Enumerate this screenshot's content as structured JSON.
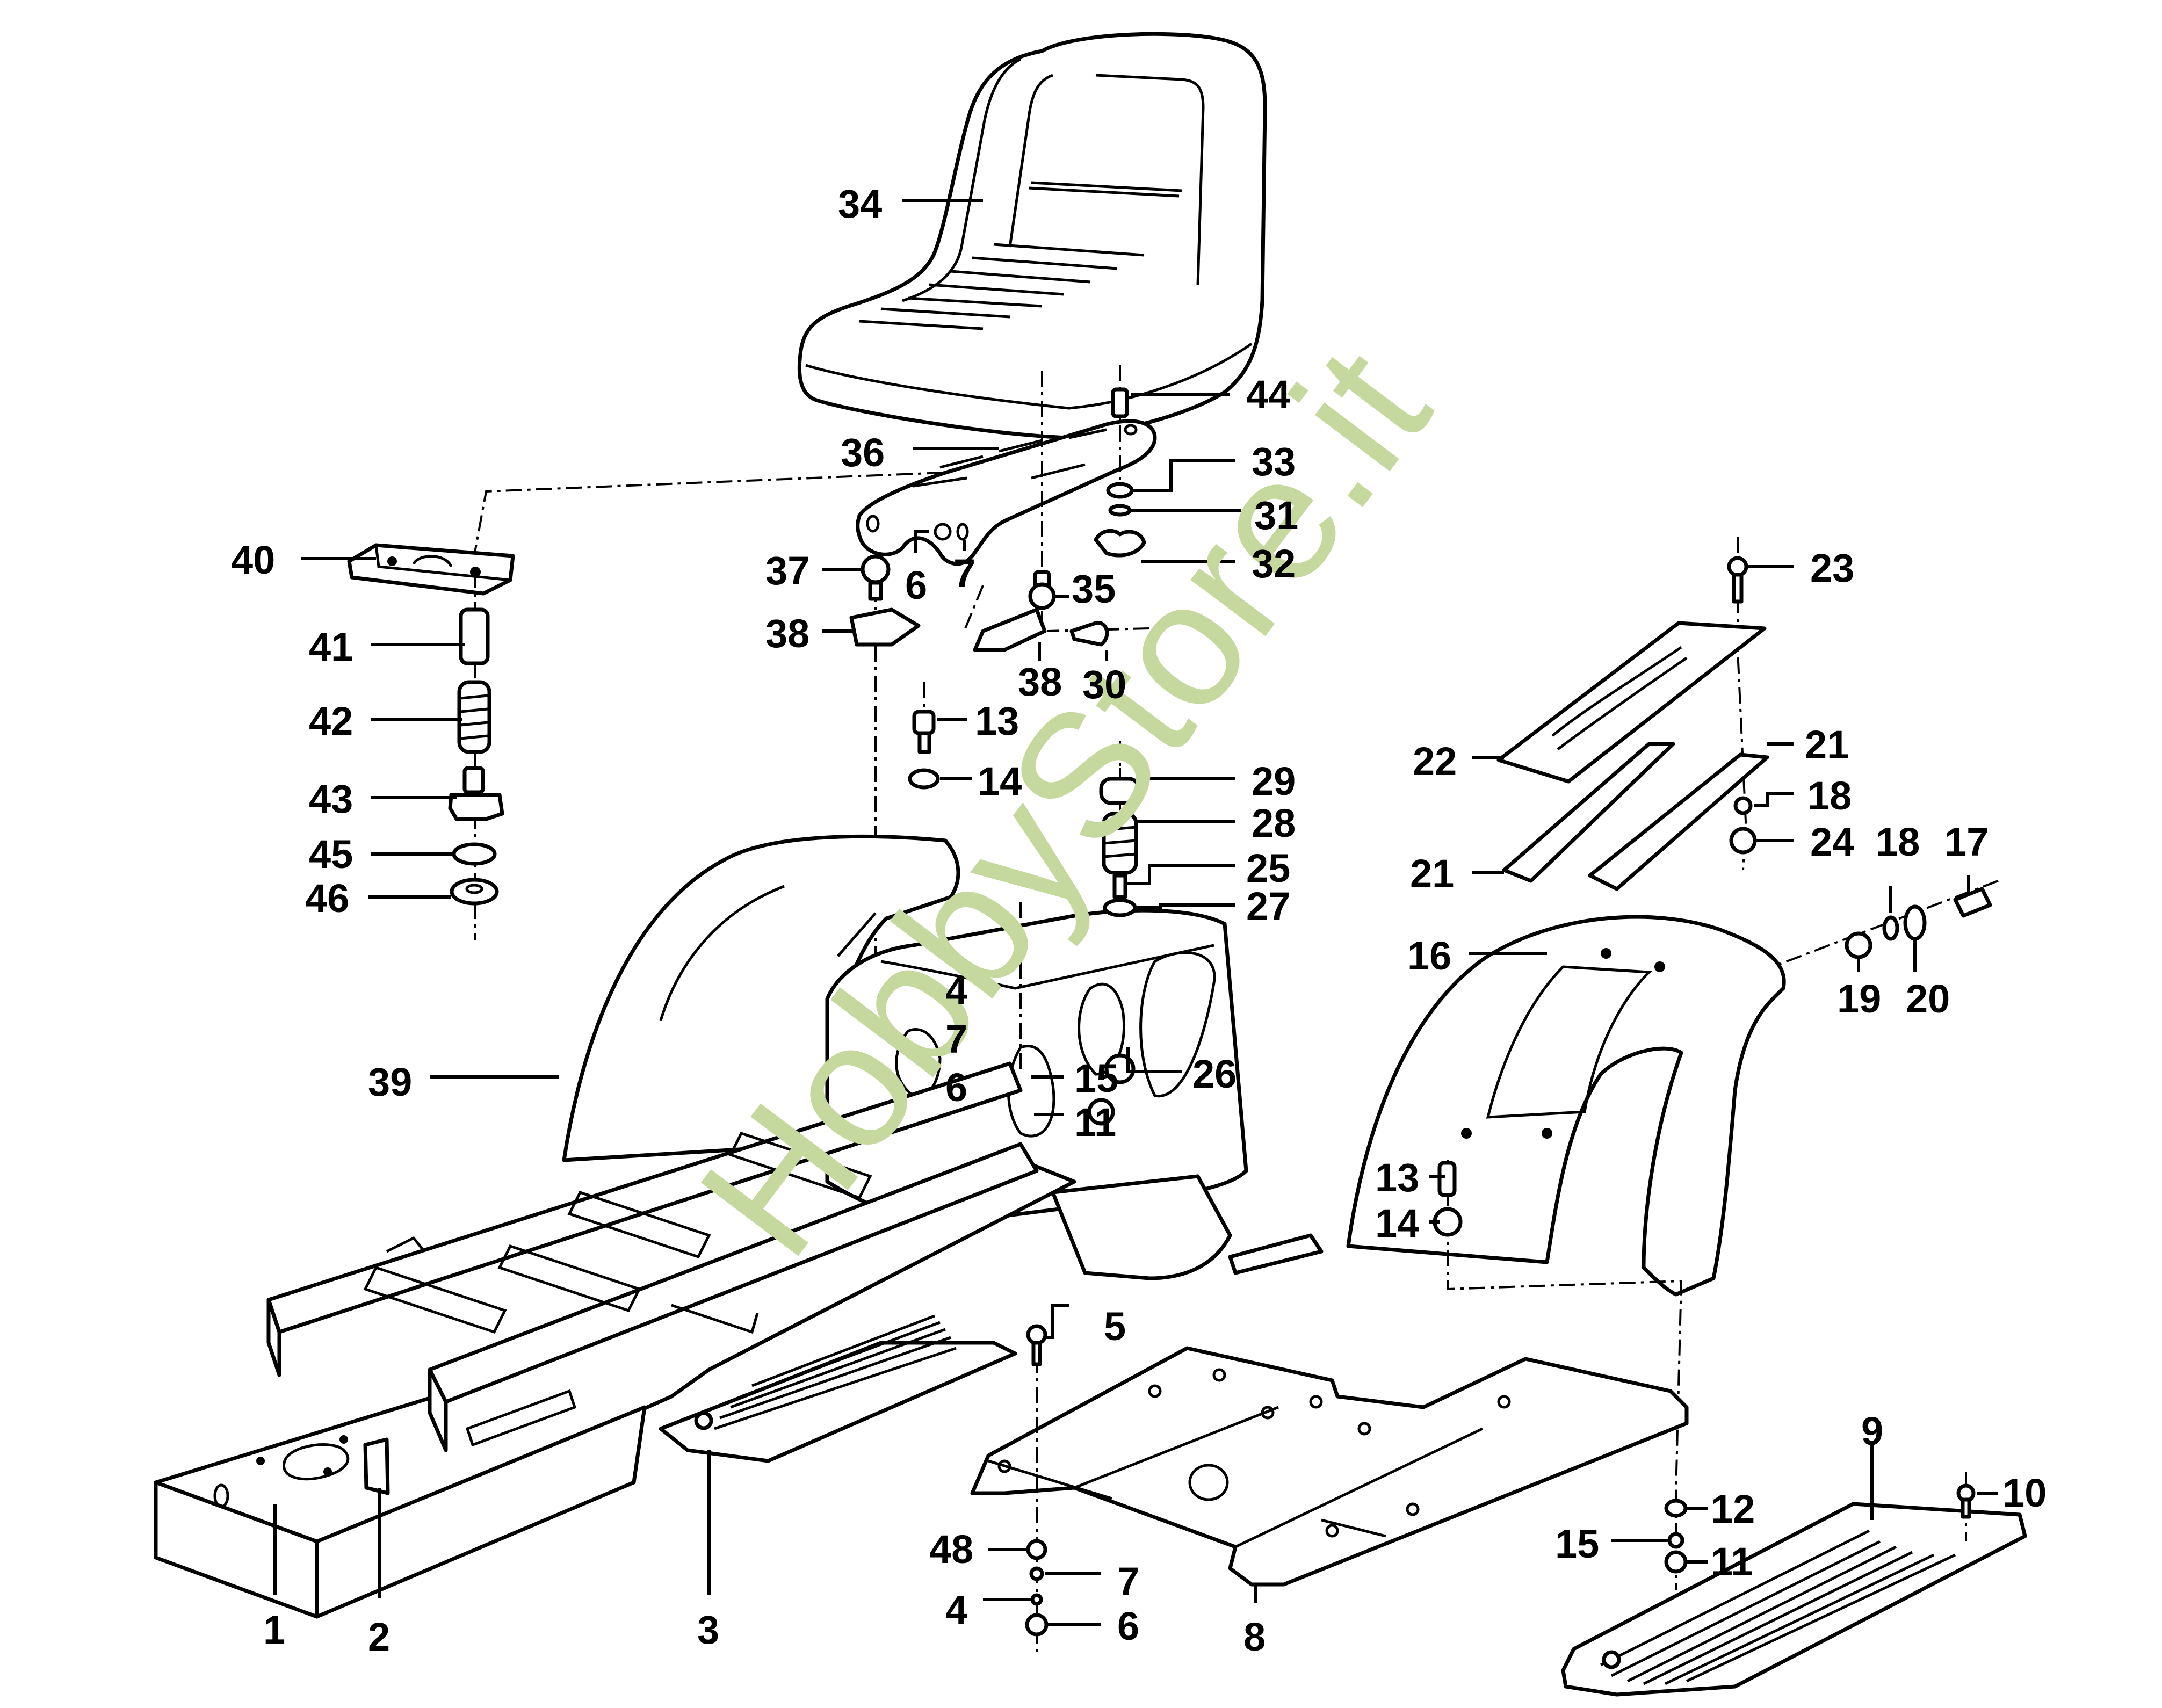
{
  "diagram": {
    "title": "Exploded parts diagram – seat, seat bracket, rear fender, chassis frame and footboards",
    "watermark": "HobbyStore.it",
    "watermark_color": "#c5d89e",
    "line_color": "#000000",
    "background": "#ffffff",
    "callouts": {
      "c34": "34",
      "c44": "44",
      "c36": "36",
      "c33": "33",
      "c31": "31",
      "c40": "40",
      "c32": "32",
      "c23": "23",
      "c37": "37",
      "c6a": "6",
      "c7a": "7",
      "c35": "35",
      "c38a": "38",
      "c38b": "38",
      "c30": "30",
      "c41": "41",
      "c13a": "13",
      "c42": "42",
      "c22": "22",
      "c21a": "21",
      "c14a": "14",
      "c29": "29",
      "c18a": "18",
      "c43": "43",
      "c28": "28",
      "c24": "24",
      "c18b": "18",
      "c17": "17",
      "c45": "45",
      "c25": "25",
      "c21b": "21",
      "c46": "46",
      "c27": "27",
      "c16": "16",
      "c19": "19",
      "c20": "20",
      "c4a": "4",
      "c7c": "7",
      "c6c": "6",
      "c39": "39",
      "c15a": "15",
      "c26": "26",
      "c11a": "11",
      "c13b": "13",
      "c14b": "14",
      "c5": "5",
      "c12": "12",
      "c10": "10",
      "c9": "9",
      "c15b": "15",
      "c48": "48",
      "c11b": "11",
      "c7b": "7",
      "c4b": "4",
      "c6b": "6",
      "c1": "1",
      "c2": "2",
      "c3": "3",
      "c8": "8"
    },
    "parts": [
      {
        "ref": "1",
        "name": "chassis frame front block"
      },
      {
        "ref": "2",
        "name": "plate"
      },
      {
        "ref": "3",
        "name": "left footboard"
      },
      {
        "ref": "8",
        "name": "footrest plate"
      },
      {
        "ref": "9",
        "name": "right footboard"
      },
      {
        "ref": "16",
        "name": "rear fender"
      },
      {
        "ref": "21",
        "name": "slide rail"
      },
      {
        "ref": "22",
        "name": "seat adjustment plate"
      },
      {
        "ref": "34",
        "name": "seat"
      },
      {
        "ref": "36",
        "name": "seat bracket"
      },
      {
        "ref": "39",
        "name": "body / rear housing"
      },
      {
        "ref": "40",
        "name": "spring bracket"
      },
      {
        "ref": "42",
        "name": "spring"
      }
    ]
  }
}
